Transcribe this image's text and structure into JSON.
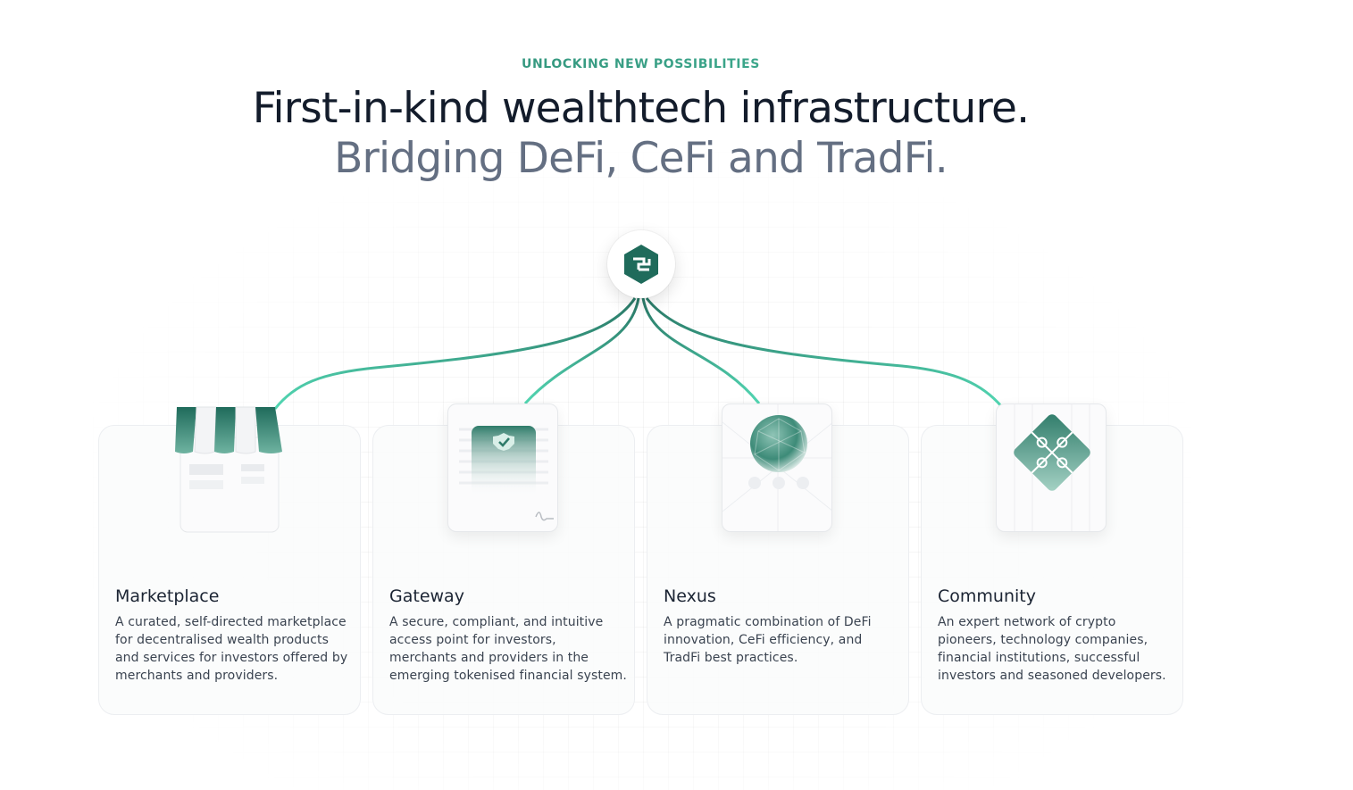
{
  "header": {
    "eyebrow": "UNLOCKING NEW POSSIBILITIES",
    "headline_line1": "First-in-kind wealthtech infrastructure.",
    "headline_line2": "Bridging DeFi, CeFi and TradFi."
  },
  "colors": {
    "accent_dark": "#1f6b5b",
    "accent_light": "#4fd2ae",
    "title_text": "#131c2b",
    "subtitle_text": "#646f82"
  },
  "hub": {
    "icon": "brand-logo-icon"
  },
  "cards": [
    {
      "title": "Marketplace",
      "description": "A curated, self-directed marketplace for decentralised wealth products and services for investors offered by merchants and providers.",
      "icon": "storefront-icon"
    },
    {
      "title": "Gateway",
      "description": "A secure, compliant, and intuitive access point for investors, merchants and providers in the emerging tokenised financial system.",
      "icon": "certified-document-icon"
    },
    {
      "title": "Nexus",
      "description": "A pragmatic combination of DeFi innovation, CeFi efficiency, and TradFi best practices.",
      "icon": "network-sphere-icon"
    },
    {
      "title": "Community",
      "description": "An expert network of crypto pioneers, technology companies, financial institutions, successful investors and seasoned developers.",
      "icon": "puzzle-pieces-icon"
    }
  ]
}
